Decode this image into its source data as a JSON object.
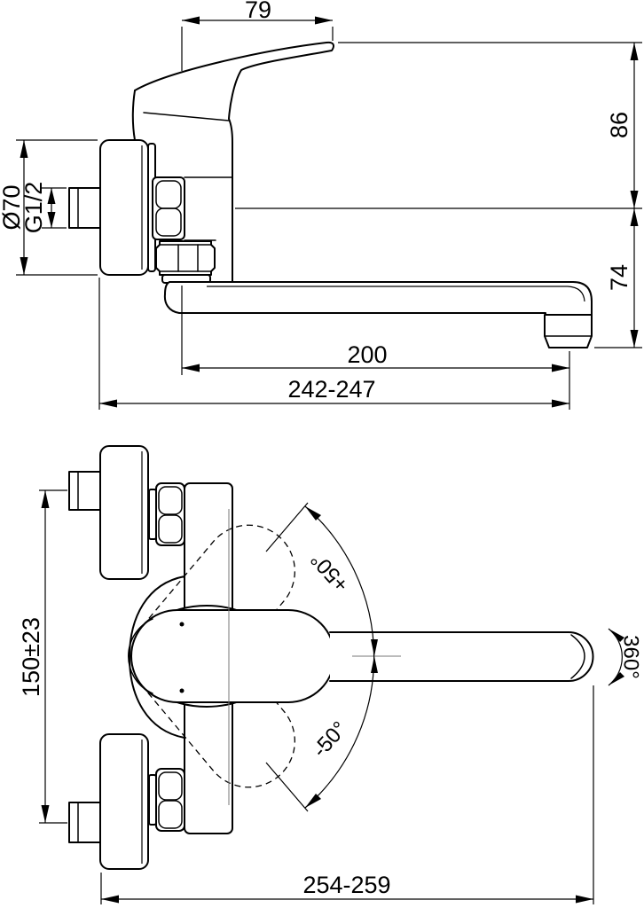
{
  "side_view": {
    "dims": {
      "handle_projection": "79",
      "height_above_axis": "86",
      "height_below_axis": "74",
      "flange_diameter": "Ø70",
      "thread": "G1/2",
      "spout_reach": "200",
      "total_projection": "242-247"
    }
  },
  "plan_view": {
    "dims": {
      "connection_distance": "150±23",
      "swing_plus": "+50°",
      "swing_minus": "-50°",
      "aerator_rotation": "360°",
      "total_projection": "254-259"
    }
  },
  "colors": {
    "line": "#000000",
    "background": "#ffffff",
    "thin_line": "#777777"
  }
}
